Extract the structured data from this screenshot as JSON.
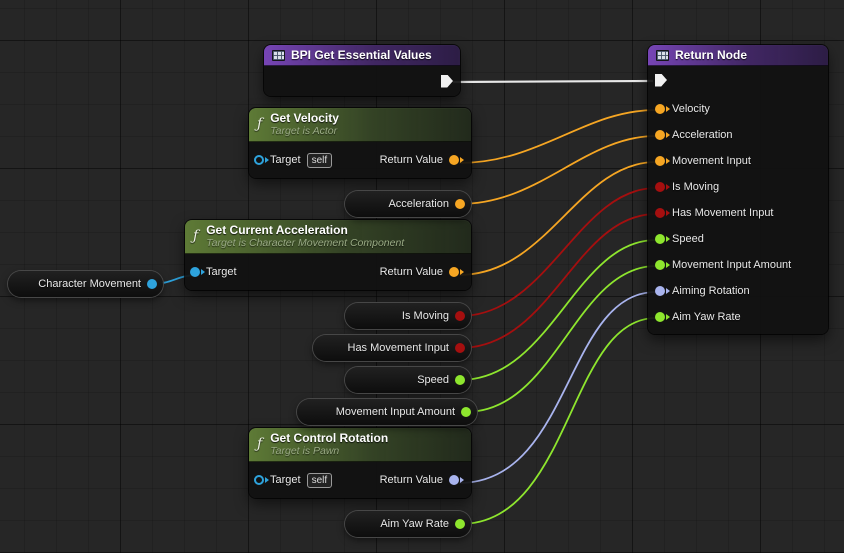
{
  "colors": {
    "exec": "#e8e8e8",
    "vector": "#f6a623",
    "bool": "#a50f0f",
    "float": "#8ee62e",
    "rotator": "#a9b4ee",
    "object": "#2ea3dd"
  },
  "nodes": {
    "bpi": {
      "title": "BPI Get Essential Values"
    },
    "return": {
      "title": "Return Node",
      "pins": [
        {
          "label": "Velocity"
        },
        {
          "label": "Acceleration"
        },
        {
          "label": "Movement Input"
        },
        {
          "label": "Is Moving"
        },
        {
          "label": "Has Movement Input"
        },
        {
          "label": "Speed"
        },
        {
          "label": "Movement Input Amount"
        },
        {
          "label": "Aiming Rotation"
        },
        {
          "label": "Aim Yaw Rate"
        }
      ]
    },
    "get_velocity": {
      "title": "Get Velocity",
      "subtitle": "Target is Actor",
      "target_label": "Target",
      "self_label": "self",
      "return_label": "Return Value"
    },
    "get_current_acceleration": {
      "title": "Get Current Acceleration",
      "subtitle": "Target is Character Movement Component",
      "target_label": "Target",
      "return_label": "Return Value"
    },
    "get_control_rotation": {
      "title": "Get Control Rotation",
      "subtitle": "Target is Pawn",
      "target_label": "Target",
      "self_label": "self",
      "return_label": "Return Value"
    },
    "pills": {
      "character_movement": {
        "label": "Character Movement"
      },
      "acceleration": {
        "label": "Acceleration"
      },
      "is_moving": {
        "label": "Is Moving"
      },
      "has_movement_input": {
        "label": "Has Movement Input"
      },
      "speed": {
        "label": "Speed"
      },
      "movement_input_amount": {
        "label": "Movement Input Amount"
      },
      "aim_yaw_rate": {
        "label": "Aim Yaw Rate"
      }
    }
  }
}
